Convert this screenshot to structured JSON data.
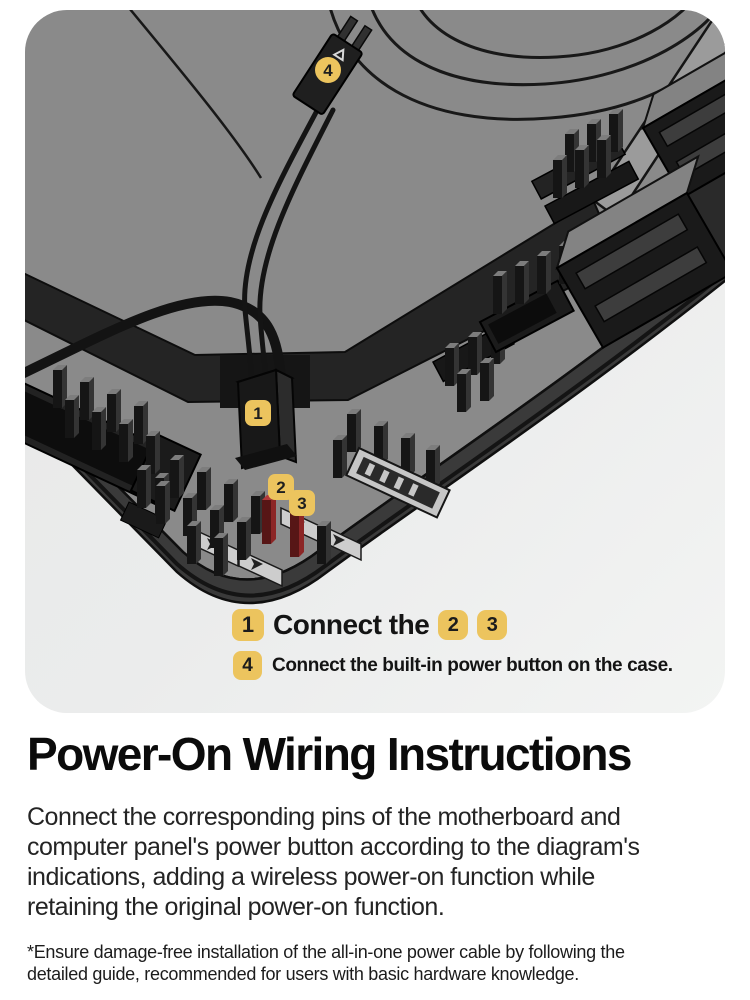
{
  "markers": {
    "m1": "1",
    "m2": "2",
    "m3": "3",
    "m4": "4"
  },
  "instructions": {
    "step1": {
      "marker": "1",
      "text": "Connect the",
      "marker2": "2",
      "marker3": "3"
    },
    "step2": {
      "marker": "4",
      "text": "Connect the built-in power button on the case."
    }
  },
  "heading": "Power-On Wiring Instructions",
  "description": {
    "line1": "Connect the corresponding pins of the motherboard and",
    "line2": "computer panel's power button according to the diagram's",
    "line3": "indications, adding a wireless power-on function while",
    "line4": "retaining the original power-on function."
  },
  "footnote": {
    "line1": "*Ensure damage-free installation of the all-in-one power cable by following the",
    "line2": "detailed guide, recommended for users with basic hardware knowledge."
  },
  "colors": {
    "badge_gold": "#ecc45e",
    "board_gray": "#8a8a8a",
    "cover_band_black": "#242424",
    "component_black": "#1a1a1a",
    "red_pin": "#8c2626",
    "card_background": "#eaebea",
    "page_background": "#ffffff",
    "text_black": "#111111"
  }
}
